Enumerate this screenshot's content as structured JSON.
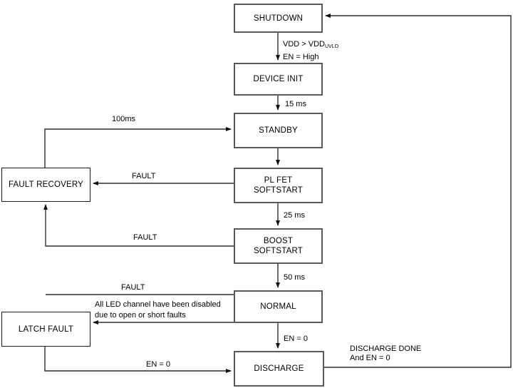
{
  "nodes": {
    "shutdown": {
      "label": "SHUTDOWN"
    },
    "device_init": {
      "label": "DEVICE INIT"
    },
    "standby": {
      "label": "STANDBY"
    },
    "pl_fet_softstart": {
      "line1": "PL FET",
      "line2": "SOFTSTART"
    },
    "boost_softstart": {
      "line1": "BOOST",
      "line2": "SOFTSTART"
    },
    "normal": {
      "label": "NORMAL"
    },
    "discharge": {
      "label": "DISCHARGE"
    },
    "fault_recovery": {
      "label": "FAULT RECOVERY"
    },
    "latch_fault": {
      "label": "LATCH FAULT"
    }
  },
  "edge_labels": {
    "vdd_main": "VDD > VDD",
    "vdd_sub": "UVLO",
    "en_high": "EN = High",
    "t15": "15 ms",
    "t25": "25 ms",
    "t50": "50 ms",
    "t100": "100ms",
    "fault_pl": "FAULT",
    "fault_boost": "FAULT",
    "fault_normal": "FAULT",
    "en0_normal": "EN = 0",
    "en0_latch": "EN = 0",
    "latch_reason_line1": "All LED channel have been disabled",
    "latch_reason_line2": "due to open or short faults",
    "discharge_done_line1": "DISCHARGE DONE",
    "discharge_done_line2": "And EN = 0"
  },
  "colors": {
    "background": "#ffffff",
    "line": "#2e2e2e",
    "box_border": "#595959",
    "text": "#000000"
  }
}
